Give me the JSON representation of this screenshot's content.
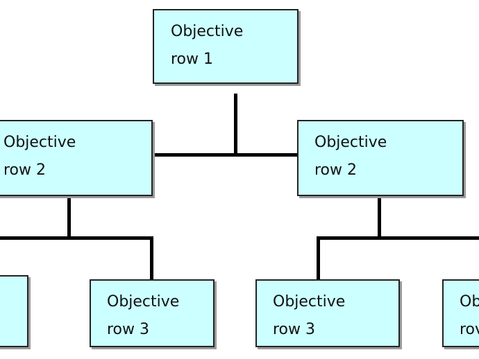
{
  "nodes": [
    {
      "line1": "Objective",
      "line2": "row 1"
    },
    {
      "line1": "Objective",
      "line2": "row 2"
    },
    {
      "line1": "Objective",
      "line2": "row 2"
    },
    {
      "line1": "Objective",
      "line2": "row 3"
    },
    {
      "line1": "Objective",
      "line2": "row 3"
    },
    {
      "line1": "Ob",
      "line2": "rov"
    }
  ],
  "colors": {
    "box_fill": "#ccffff",
    "box_border": "#222222",
    "connector": "#000000"
  }
}
